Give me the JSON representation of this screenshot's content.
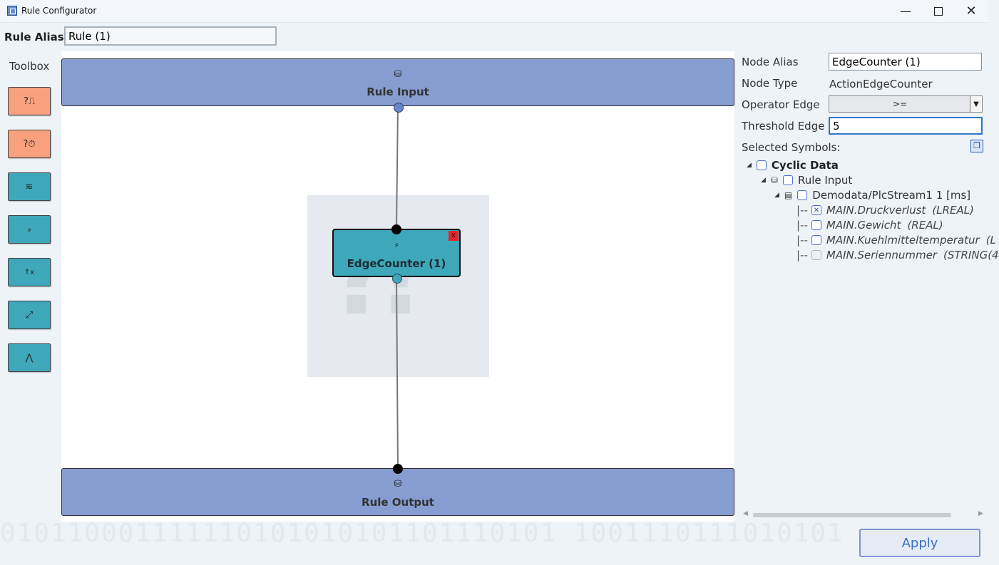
{
  "window": {
    "title": "Rule Configurator",
    "minimize_icon": "minimize-icon",
    "maximize_icon": "maximize-icon",
    "close_icon": "close-icon"
  },
  "rule_alias": {
    "label": "Rule Alias",
    "value": "Rule (1)"
  },
  "toolbox": {
    "label": "Toolbox",
    "tools": [
      {
        "icon": "signal-trigger-icon",
        "glyph": "?⎍",
        "color": "#f9a07f"
      },
      {
        "icon": "time-trigger-icon",
        "glyph": "?⏱",
        "color": "#f9a07f"
      },
      {
        "icon": "filter-icon",
        "glyph": "≋",
        "color": "#3ea7b9"
      },
      {
        "icon": "edge-counter-icon",
        "glyph": "⸗",
        "color": "#3ea7b9"
      },
      {
        "icon": "function-icon",
        "glyph": "↑x",
        "color": "#3ea7b9"
      },
      {
        "icon": "scale-icon",
        "glyph": "⤢",
        "color": "#3ea7b9"
      },
      {
        "icon": "peak-icon",
        "glyph": "⋀",
        "color": "#3ea7b9"
      }
    ]
  },
  "canvas": {
    "rule_input": {
      "label": "Rule Input",
      "icon_glyph": "⛁"
    },
    "rule_output": {
      "label": "Rule Output",
      "icon_glyph": "⛁"
    },
    "node": {
      "label": "EdgeCounter (1)",
      "icon_glyph": "⸗",
      "close_glyph": "x"
    },
    "watermark_glyph": "⁈"
  },
  "properties": {
    "node_alias_label": "Node Alias",
    "node_alias_value": "EdgeCounter (1)",
    "node_type_label": "Node Type",
    "node_type_value": "ActionEdgeCounter",
    "operator_edge_label": "Operator Edge",
    "operator_edge_value": ">=",
    "threshold_edge_label": "Threshold Edge",
    "threshold_edge_value": "5",
    "selected_symbols_label": "Selected Symbols:"
  },
  "tree": {
    "root": "Cyclic Data",
    "rule_input": "Rule Input",
    "stream": "Demodata/PlcStream1 1 [ms]",
    "prefix": "|--",
    "symbols": [
      {
        "name": "MAIN.Druckverlust",
        "type": "(LREAL)",
        "checked": true,
        "enabled": true
      },
      {
        "name": "MAIN.Gewicht",
        "type": "(REAL)",
        "checked": false,
        "enabled": true
      },
      {
        "name": "MAIN.Kuehlmitteltemperatur",
        "type": "(L",
        "checked": false,
        "enabled": true
      },
      {
        "name": "MAIN.Seriennummer",
        "type": "(STRING(4",
        "checked": false,
        "enabled": false
      }
    ]
  },
  "apply_label": "Apply",
  "background_binary": "010110001111110101010101101110101 1001110111010101"
}
